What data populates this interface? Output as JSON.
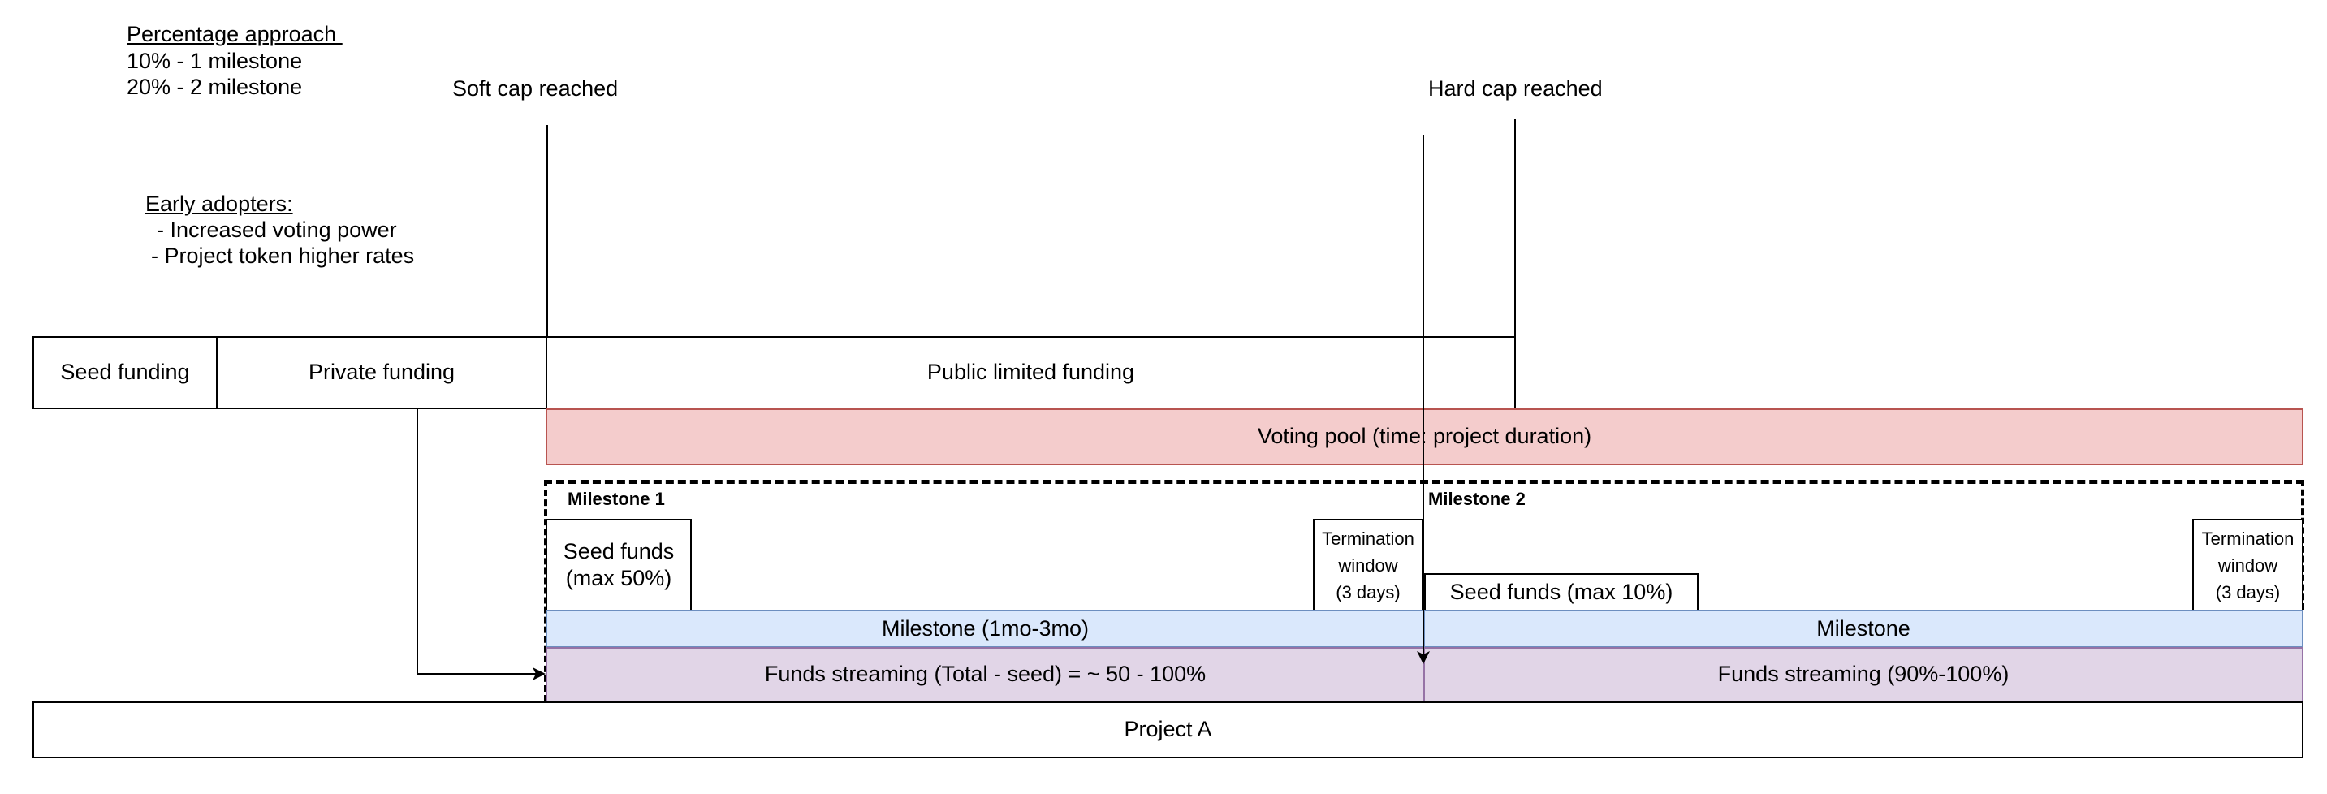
{
  "notes": {
    "percentage_title": "Percentage approach ",
    "percentage_lines": [
      "10% - 1 milestone",
      "20% - 2 milestone"
    ],
    "early_title": "Early adopters:",
    "early_lines": [
      "- Increased voting power",
      "- Project token higher rates"
    ]
  },
  "markers": {
    "soft_cap": "Soft cap reached",
    "hard_cap": "Hard cap reached"
  },
  "funding": {
    "seed": "Seed funding",
    "private": "Private funding",
    "public": "Public limited funding"
  },
  "voting_pool": "Voting pool (time: project duration)",
  "milestone1": {
    "title": "Milestone 1",
    "seed_funds_line1": "Seed funds",
    "seed_funds_line2": "(max 50%)",
    "termination_lines": [
      "Termination",
      "window",
      "(3 days)"
    ],
    "bar": "Milestone (1mo-3mo)",
    "streaming": "Funds streaming (Total - seed) = ~ 50 - 100%"
  },
  "milestone2": {
    "title": "Milestone 2",
    "seed_funds": "Seed funds (max 10%)",
    "termination_lines": [
      "Termination",
      "window",
      "(3 days)"
    ],
    "bar": "Milestone",
    "streaming": "Funds streaming (90%-100%)"
  },
  "project": "Project A",
  "colors": {
    "voting_fill": "#f4cccc",
    "voting_border": "#b85450",
    "milestone_fill": "#dae8fc",
    "milestone_border": "#6c8ebf",
    "stream_fill": "#e1d5e7",
    "stream_border": "#9673a6"
  }
}
